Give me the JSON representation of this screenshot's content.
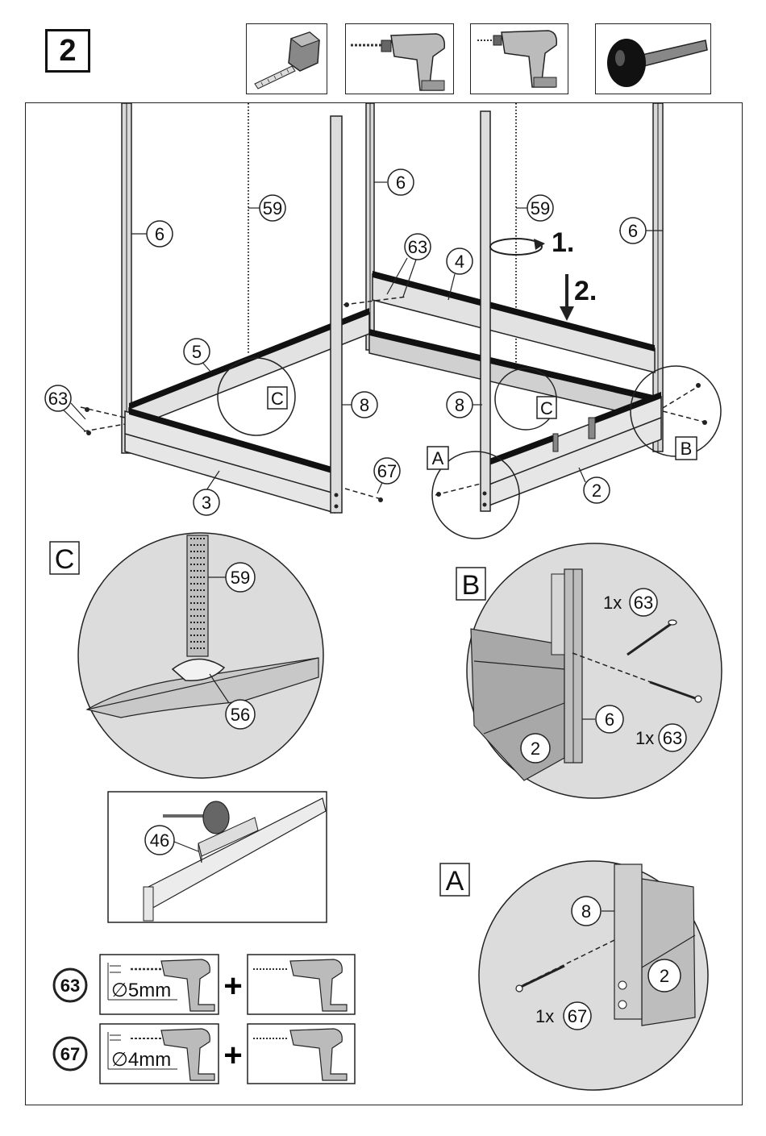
{
  "step": {
    "number": "2"
  },
  "tools": [
    "tape-measure-icon",
    "drill-icon",
    "screwdriver-drill-icon",
    "mallet-icon"
  ],
  "callouts": {
    "post_6": "6",
    "rod_59": "59",
    "screw_63": "63",
    "beam_4": "4",
    "beam_5": "5",
    "beam_3": "3",
    "beam_2": "2",
    "post_8": "8",
    "screw_67": "67",
    "part_56": "56",
    "part_46": "46"
  },
  "steps": {
    "first": "1.",
    "second": "2."
  },
  "details": {
    "c": "C",
    "b": "B",
    "a": "A"
  },
  "quantities": {
    "one_x": "1x"
  },
  "drill_specs": [
    {
      "screw": "63",
      "diameter": "∅5mm"
    },
    {
      "screw": "67",
      "diameter": "∅4mm"
    }
  ],
  "symbols": {
    "plus": "+"
  }
}
